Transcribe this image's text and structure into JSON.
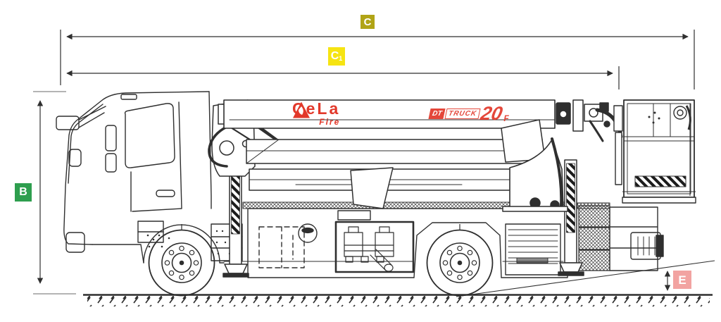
{
  "diagram": {
    "title": "Truck-mounted aerial platform side-view dimensional drawing",
    "line_color": "#2f2f2f",
    "background": "#ffffff",
    "dimension_labels": {
      "c": {
        "label": "C",
        "bg": "#b1a416",
        "fg": "#ffffff"
      },
      "c1": {
        "label": "C",
        "sub": "1",
        "bg": "#f6e412",
        "fg": "#ffffff"
      },
      "b": {
        "label": "B",
        "bg": "#2e9e4e",
        "fg": "#ffffff"
      },
      "e": {
        "label": "E",
        "bg": "#f2a3a1",
        "fg": "#ffffff"
      }
    },
    "brand_logo": {
      "name": "CeLa",
      "sub": "Fire",
      "color": "#e2382a"
    },
    "model_logo": {
      "prefix": "DT",
      "word": "TRUCK",
      "number": "20",
      "suffix": "F",
      "color": "#e2382a"
    }
  }
}
